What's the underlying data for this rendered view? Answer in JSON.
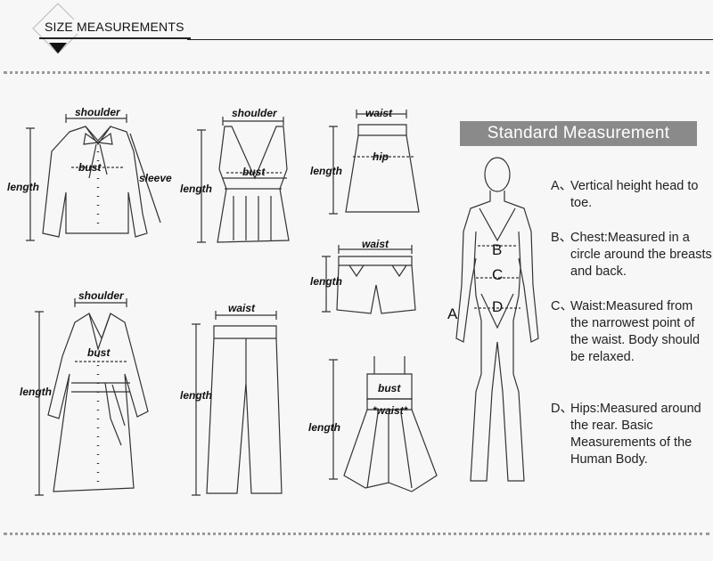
{
  "header": {
    "title": "SIZE MEASUREMENTS"
  },
  "labels": {
    "shoulder": "shoulder",
    "length": "length",
    "bust": "bust",
    "sleeve": "sleeve",
    "waist": "waist",
    "hip": "hip",
    "waist_star": "*waist*"
  },
  "standard": {
    "title": "Standard Measurement",
    "items": [
      {
        "letter": "A、",
        "text": "Vertical height head to toe."
      },
      {
        "letter": "B、",
        "text": "Chest:Measured in a circle around the breasts and back."
      },
      {
        "letter": "C、",
        "text": "Waist:Measured from the narrowest point of the waist. Body should be relaxed."
      },
      {
        "letter": "D、",
        "text": "Hips:Measured around the rear. Basic Measurements of the Human Body."
      }
    ]
  },
  "figure_letters": {
    "a": "A",
    "b": "B",
    "c": "C",
    "d": "D"
  }
}
